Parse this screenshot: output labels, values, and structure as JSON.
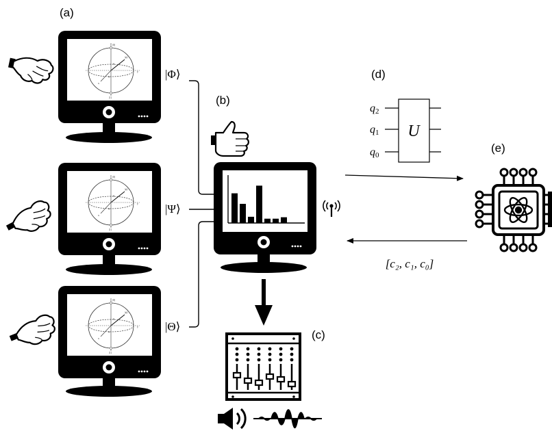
{
  "panels": {
    "a": "(a)",
    "b": "(b)",
    "c": "(c)",
    "d": "(d)",
    "e": "(e)"
  },
  "states": {
    "phi": "|Φ⟩",
    "psi": "|Ψ⟩",
    "theta": "|Θ⟩"
  },
  "circuit": {
    "gate": "U",
    "qubits": [
      {
        "base": "q",
        "sub": "2"
      },
      {
        "base": "q",
        "sub": "1"
      },
      {
        "base": "q",
        "sub": "0"
      }
    ]
  },
  "measurement": "[c₂, c₁, c₀]",
  "histogram": {
    "type": "bar",
    "values": [
      0.62,
      0.4,
      0.13,
      0.78,
      0.09,
      0.09,
      0.12
    ]
  },
  "bloch": {
    "top_label": "|0⟩",
    "bottom_label": "|1⟩",
    "axis_y": "y",
    "axis_x": "x",
    "right_label": "|ψ⟩",
    "theta": "θ",
    "phi": "φ"
  },
  "icons": [
    "computer-monitor",
    "hand-gesture",
    "thumbs-up",
    "antenna-signal",
    "audio-mixer",
    "speaker",
    "sound-wave",
    "quantum-processor-chip"
  ]
}
